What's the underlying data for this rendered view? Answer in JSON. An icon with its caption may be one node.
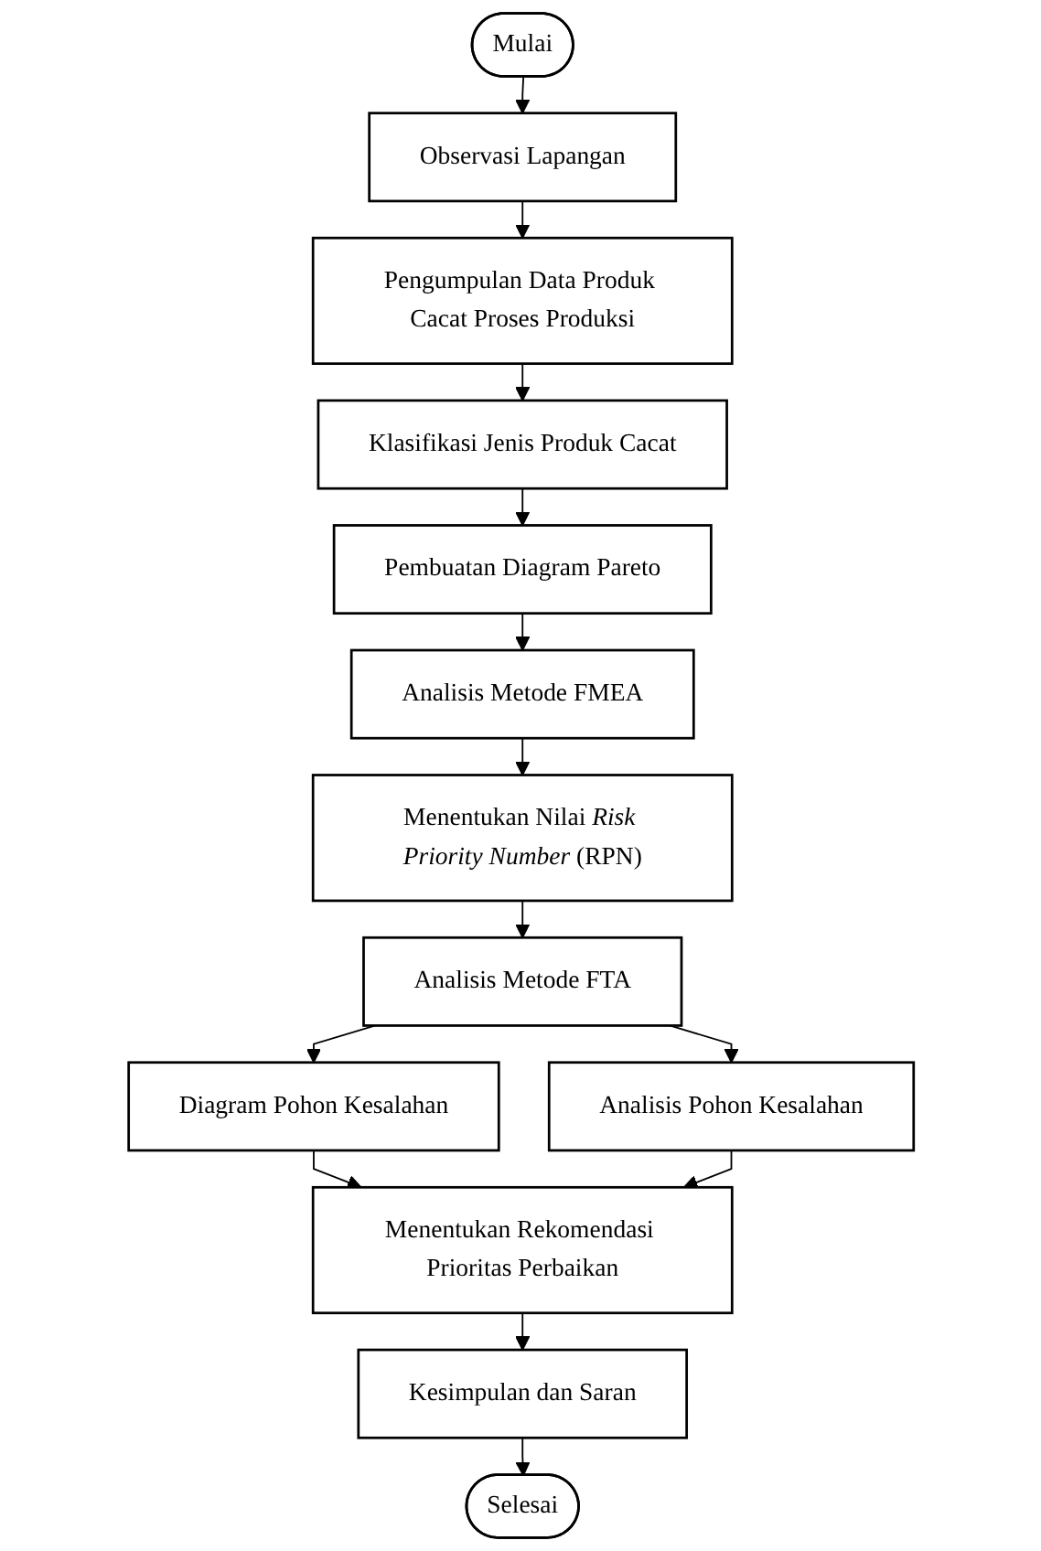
{
  "diagram": {
    "nodes": [
      {
        "text": [
          "Mulai"
        ]
      },
      {
        "text": [
          "Observasi Lapangan"
        ]
      },
      {
        "text": [
          "Pengumpulan Data Produk Cacat Proses Produksi"
        ]
      },
      {
        "text": [
          "Klasifikasi Jenis Produk Cacat"
        ]
      },
      {
        "text": [
          "Pembuatan Diagram Pareto"
        ]
      },
      {
        "text": [
          "Analisis Metode FMEA"
        ]
      },
      {
        "text": [
          "Menentukan Nilai *Risk Priority Number* (RPN)"
        ]
      },
      {
        "text": [
          "Analisis Metode FTA"
        ]
      },
      {
        "text": [
          "Diagram Pohon Kesalahan"
        ]
      },
      {
        "text": [
          "Analisis Pohon Kesalahan"
        ]
      },
      {
        "text": [
          "Menentukan Rekomendasi Prioritas Perbaikan"
        ]
      },
      {
        "text": [
          "Kesimpulan dan Saran"
        ]
      },
      {
        "text": [
          "Selesai"
        ]
      }
    ],
    "edges": [
      {
        "from": 0,
        "to": 1,
        "arrow": "to"
      },
      {
        "from": 1,
        "to": 2,
        "arrow": "to"
      },
      {
        "from": 2,
        "to": 3,
        "arrow": "to"
      },
      {
        "from": 3,
        "to": 4,
        "arrow": "to"
      },
      {
        "from": 4,
        "to": 5,
        "arrow": "to"
      },
      {
        "from": 5,
        "to": 6,
        "arrow": "to"
      },
      {
        "from": 6,
        "to": 7,
        "arrow": "to"
      },
      {
        "from": 7,
        "to": 8,
        "arrow": "to"
      },
      {
        "from": 7,
        "to": 9,
        "arrow": "to"
      },
      {
        "from": 8,
        "to": 10,
        "arrow": "to"
      },
      {
        "from": 9,
        "to": 10,
        "arrow": "to"
      },
      {
        "from": 10,
        "to": 11,
        "arrow": "to"
      },
      {
        "from": 11,
        "to": 12,
        "arrow": "to"
      }
    ]
  }
}
